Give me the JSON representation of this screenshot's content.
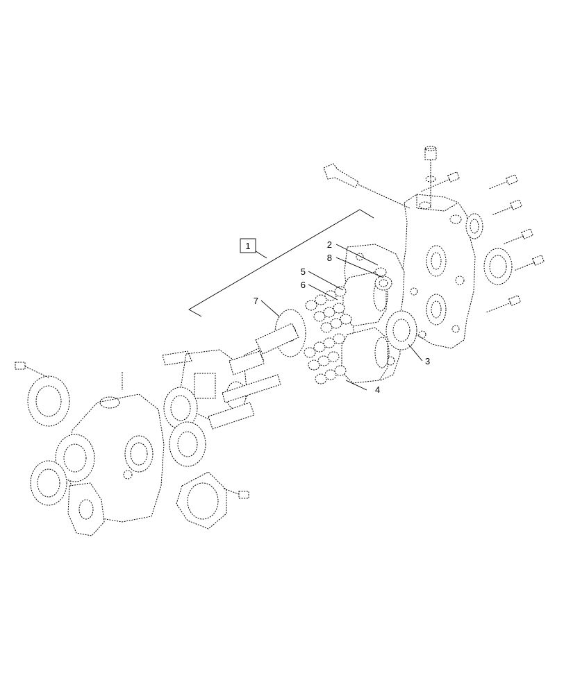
{
  "diagram": {
    "assembly_callout": "1",
    "callouts": {
      "c2": "2",
      "c3": "3",
      "c4": "4",
      "c5": "5",
      "c6": "6",
      "c7": "7",
      "c8": "8"
    }
  }
}
